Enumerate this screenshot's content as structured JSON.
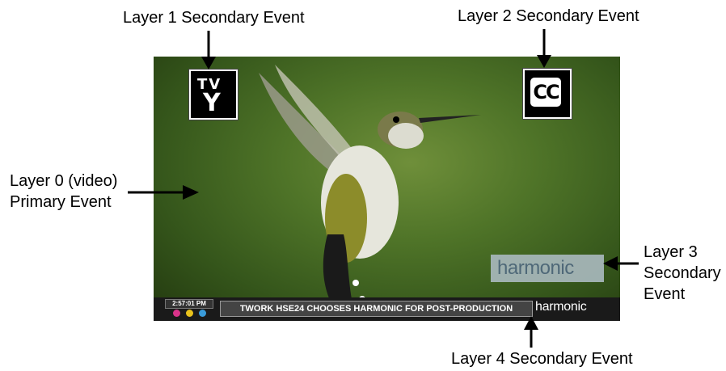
{
  "labels": {
    "layer1": "Layer 1 Secondary Event",
    "layer2": "Layer 2 Secondary Event",
    "layer0_line1": "Layer 0 (video)",
    "layer0_line2": "Primary Event",
    "layer3_line1": "Layer 3",
    "layer3_line2": "Secondary",
    "layer3_line3": "Event",
    "layer4": "Layer 4 Secondary Event"
  },
  "video": {
    "tv_rating_top": "TV",
    "tv_rating_bottom": "Y",
    "cc_badge": "CC",
    "watermark_logo": "harmonic",
    "ticker": {
      "clock": "2:57:01 PM",
      "headline": "TWORK HSE24 CHOOSES HARMONIC FOR POST-PRODUCTION",
      "brand": "harmonic",
      "dot_colors": [
        "#d9338a",
        "#e8c21c",
        "#3a9bd9"
      ]
    }
  },
  "colors": {
    "video_bg": "#4f7428",
    "arrow": "#000000"
  }
}
